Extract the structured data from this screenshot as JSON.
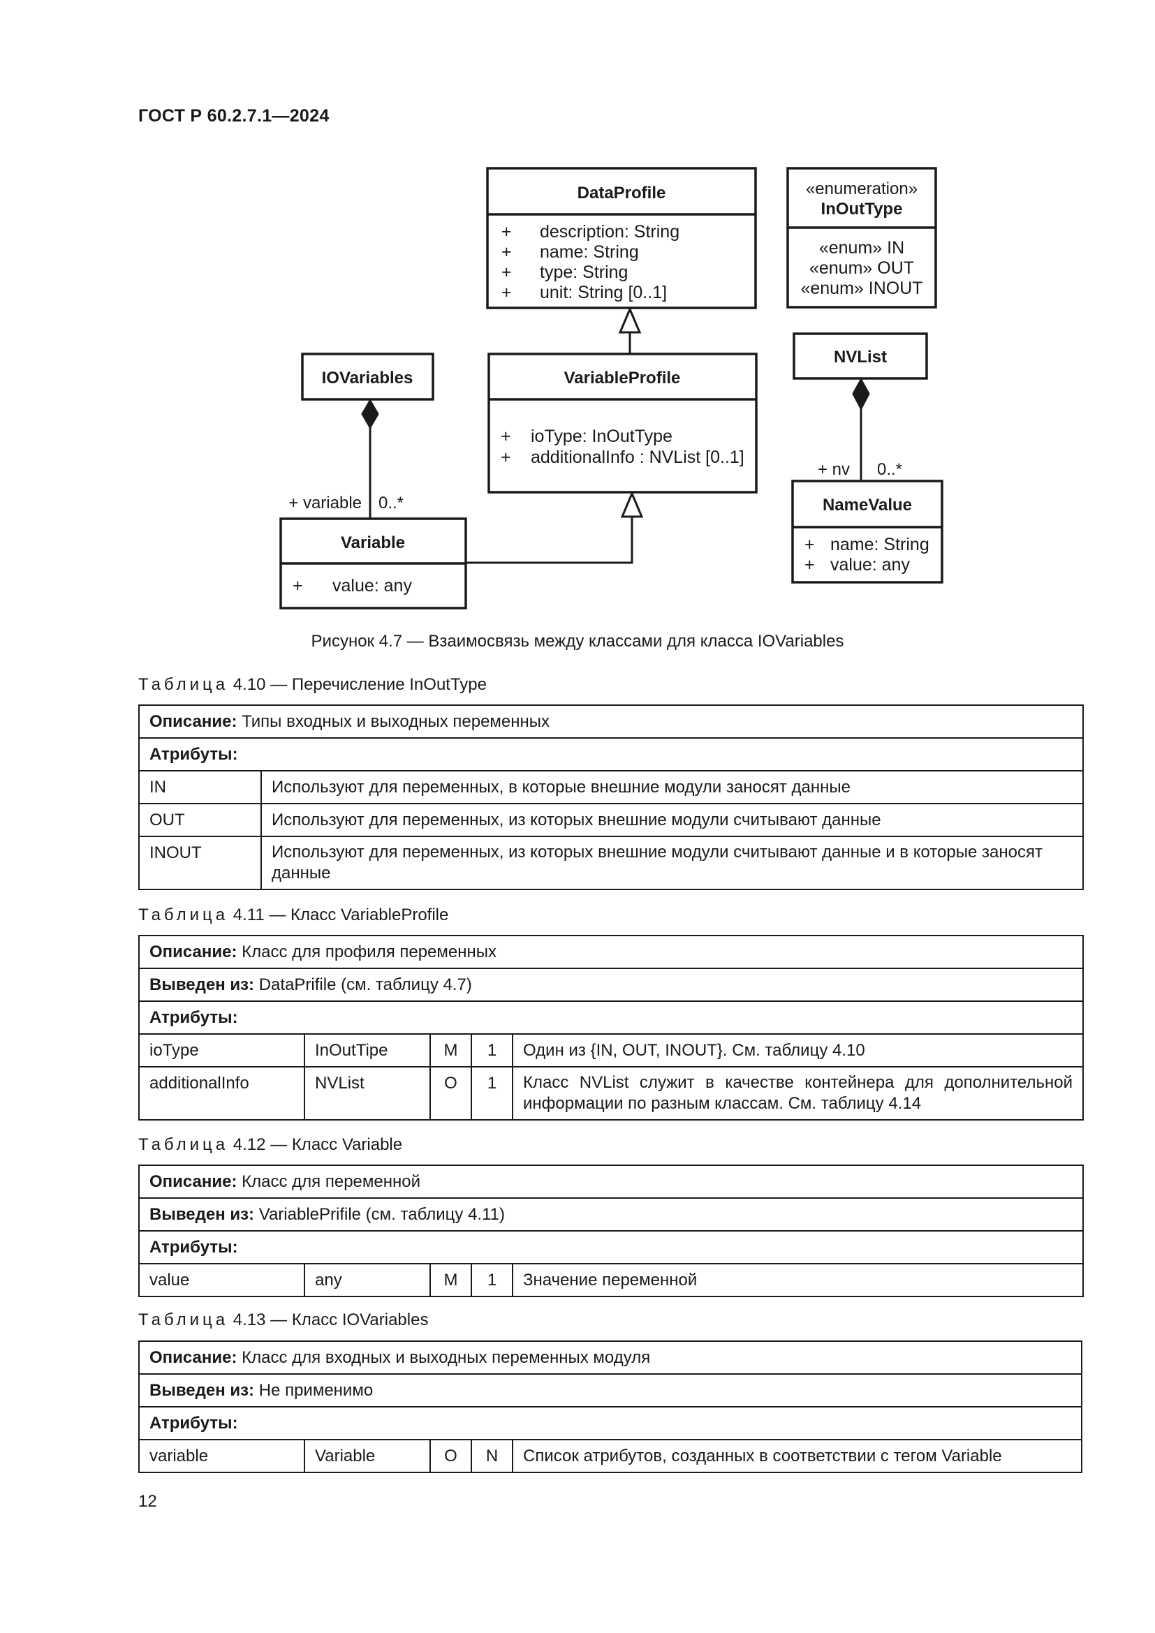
{
  "header": "ГОСТ Р 60.2.7.1—2024",
  "diagram": {
    "data_profile": {
      "name": "DataProfile",
      "attributes": [
        {
          "vis": "+",
          "text": "description: String"
        },
        {
          "vis": "+",
          "text": "name: String"
        },
        {
          "vis": "+",
          "text": "type: String"
        },
        {
          "vis": "+",
          "text": "unit: String [0..1]"
        }
      ]
    },
    "in_out_type": {
      "stereotype": "«enumeration»",
      "name": "InOutType",
      "literals": [
        "«enum» IN",
        "«enum» OUT",
        "«enum» INOUT"
      ]
    },
    "io_variables": {
      "name": "IOVariables"
    },
    "variable_profile": {
      "name": "VariableProfile",
      "attributes": [
        {
          "vis": "+",
          "text": "ioType: InOutType"
        },
        {
          "vis": "+",
          "text": "additionalInfo : NVList [0..1]"
        }
      ]
    },
    "nvlist": {
      "name": "NVList"
    },
    "variable": {
      "name": "Variable",
      "attributes": [
        {
          "vis": "+",
          "text": "value: any"
        }
      ]
    },
    "name_value": {
      "name": "NameValue",
      "attributes": [
        {
          "vis": "+",
          "text": "name: String"
        },
        {
          "vis": "+",
          "text": "value: any"
        }
      ]
    },
    "assoc_variable_role": "+ variable",
    "assoc_variable_mult": "0..*",
    "assoc_nv_role": "+ nv",
    "assoc_nv_mult": "0..*"
  },
  "figure_caption": "Рисунок 4.7 — Взаимосвязь между классами для класса IOVariables",
  "table_410": {
    "label": "Таблица",
    "title": "4.10 — Перечисление InOutType",
    "description_label": "Описание:",
    "description": "Типы входных и выходных переменных",
    "attributes_label": "Атрибуты:",
    "rows": [
      {
        "name": "IN",
        "text": "Используют для переменных, в которые внешние модули заносят данные"
      },
      {
        "name": "OUT",
        "text": "Используют для переменных, из которых внешние модули считывают данные"
      },
      {
        "name": "INOUT",
        "text": "Используют для переменных, из которых внешние модули считывают данные и в которые заносят данные"
      }
    ]
  },
  "table_411": {
    "label": "Таблица",
    "title": "4.11 — Класс VariableProfile",
    "description_label": "Описание:",
    "description": "Класс для профиля переменных",
    "derived_label": "Выведен из:",
    "derived": "DataPrifile (см. таблицу 4.7)",
    "attributes_label": "Атрибуты:",
    "rows": [
      {
        "name": "ioType",
        "type": "InOutTipe",
        "req": "M",
        "mult": "1",
        "text": "Один из {IN, OUT, INOUT}. См. таблицу 4.10"
      },
      {
        "name": "additionalInfo",
        "type": "NVList",
        "req": "O",
        "mult": "1",
        "text": "Класс NVList служит в качестве контейнера для дополнительной информации по разным классам. См. таблицу 4.14"
      }
    ]
  },
  "table_412": {
    "label": "Таблица",
    "title": "4.12 — Класс Variable",
    "description_label": "Описание:",
    "description": "Класс для переменной",
    "derived_label": "Выведен из:",
    "derived": "VariablePrifile (см. таблицу 4.11)",
    "attributes_label": "Атрибуты:",
    "rows": [
      {
        "name": "value",
        "type": "any",
        "req": "M",
        "mult": "1",
        "text": "Значение переменной"
      }
    ]
  },
  "table_413": {
    "label": "Таблица",
    "title": "4.13 — Класс IOVariables",
    "description_label": "Описание:",
    "description": "Класс для входных и выходных переменных модуля",
    "derived_label": "Выведен из:",
    "derived": "Не применимо",
    "attributes_label": "Атрибуты:",
    "rows": [
      {
        "name": "variable",
        "type": "Variable",
        "req": "O",
        "mult": "N",
        "text": "Список атрибутов, созданных в соответствии с тегом Variable"
      }
    ]
  },
  "page_number": "12"
}
